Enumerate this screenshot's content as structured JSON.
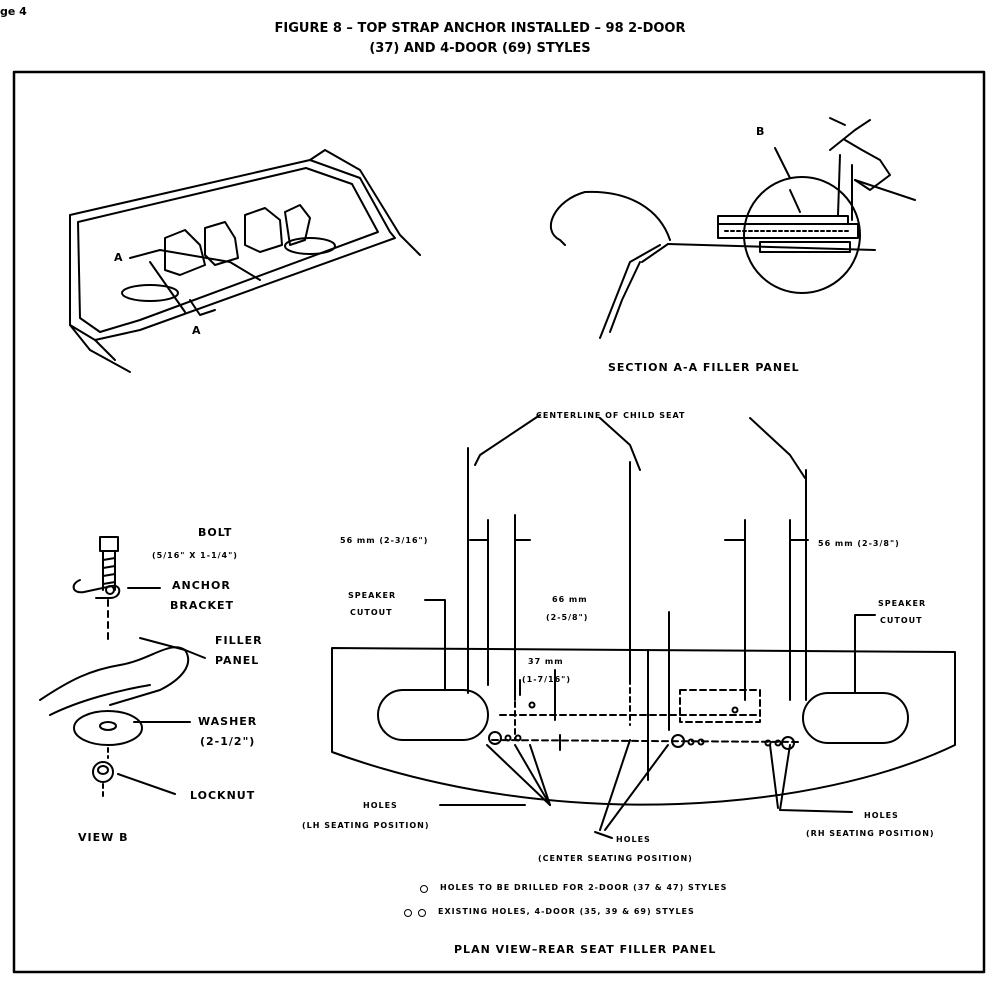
{
  "header": {
    "page_ref": "ge 4",
    "title_line1": "FIGURE 8 – TOP STRAP ANCHOR INSTALLED – 98 2-DOOR",
    "title_line2": "(37) AND 4-DOOR (69) STYLES"
  },
  "section_aa": {
    "marker": "B",
    "caption": "SECTION A-A FILLER PANEL"
  },
  "perspective": {
    "marker_a_left": "A",
    "marker_a_bottom": "A"
  },
  "view_b": {
    "bolt_label": "BOLT",
    "bolt_size": "(5/16\" X 1-1/4\")",
    "anchor_bracket_1": "ANCHOR",
    "anchor_bracket_2": "BRACKET",
    "filler_panel_1": "FILLER",
    "filler_panel_2": "PANEL",
    "washer_label": "WASHER",
    "washer_size": "(2-1/2\")",
    "locknut_label": "LOCKNUT",
    "caption": "VIEW B"
  },
  "plan_view": {
    "centerline": "CENTERLINE OF CHILD SEAT",
    "dim_left": "56 mm (2-3/16\")",
    "dim_right": "56 mm (2-3/8\")",
    "dim_center": "66 mm",
    "dim_center_in": "(2-5/8\")",
    "dim_37": "37 mm",
    "dim_37_in": "(1-7/16\")",
    "speaker_left_1": "SPEAKER",
    "speaker_left_2": "CUTOUT",
    "speaker_right_1": "SPEAKER",
    "speaker_right_2": "CUTOUT",
    "holes_lh_1": "HOLES",
    "holes_lh_2": "(LH SEATING POSITION)",
    "holes_center_1": "HOLES",
    "holes_center_2": "(CENTER SEATING POSITION)",
    "holes_rh_1": "HOLES",
    "holes_rh_2": "(RH SEATING POSITION)",
    "legend_1": "HOLES TO BE DRILLED FOR 2-DOOR (37 & 47) STYLES",
    "legend_2": "EXISTING HOLES, 4-DOOR (35, 39 & 69) STYLES",
    "caption": "PLAN VIEW–REAR SEAT FILLER PANEL"
  }
}
